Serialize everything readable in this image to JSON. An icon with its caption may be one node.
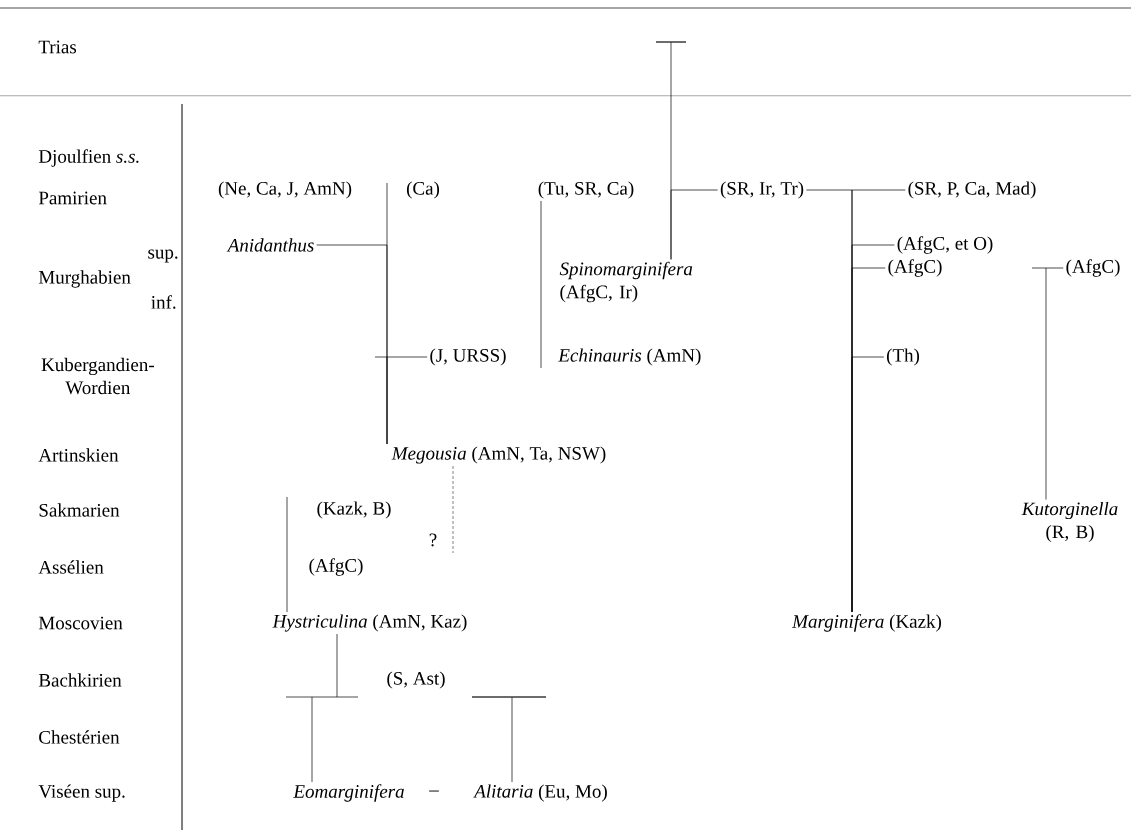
{
  "diagram": {
    "nodes": [
      {
        "text": [],
        "shape": "bar"
      },
      {
        "text": [
          "*Anidanthus*"
        ]
      },
      {
        "text": [
          "(Tu, SR, Ca)"
        ]
      },
      {
        "text": [
          "(SR, Ir, Tr)"
        ]
      },
      {
        "text": [
          "(SR, P, Ca, Mad)"
        ]
      },
      {
        "text": [
          "(AfgC, et O)"
        ]
      },
      {
        "text": [
          "*Spinomarginifera* (AfgC, Ir)"
        ]
      },
      {
        "text": [
          "(AfgC)"
        ]
      },
      {
        "text": [
          "(AfgC)"
        ]
      },
      {
        "text": [
          "(J, URSS)"
        ]
      },
      {
        "text": [
          "*Echinauris* (AmN)"
        ]
      },
      {
        "text": [
          "(Th)"
        ]
      },
      {
        "text": [
          "*Megousia* (AmN, Ta, NSW)"
        ]
      },
      {
        "text": [
          "*Kutorginella* (R, B)"
        ]
      },
      {
        "text": [
          "*Hystriculina* (AmN, Kaz)"
        ]
      },
      {
        "text": [
          "*Marginifera* (Kazk)"
        ]
      },
      {
        "text": [],
        "shape": "bar"
      },
      {
        "text": [
          "*Eomarginifera*"
        ]
      },
      {
        "text": [
          "*Alitaria* (Eu, Mo)"
        ]
      }
    ],
    "edges": [
      {
        "from": 6,
        "to": 0,
        "arrow": "none"
      },
      {
        "from": 3,
        "to": 6,
        "arrow": "none"
      },
      {
        "from": 3,
        "to": 15,
        "arrow": "none"
      },
      {
        "from": 4,
        "to": 15,
        "arrow": "none"
      },
      {
        "from": 5,
        "to": 15,
        "arrow": "none"
      },
      {
        "from": 7,
        "to": 15,
        "arrow": "none"
      },
      {
        "from": 11,
        "to": 15,
        "arrow": "none"
      },
      {
        "from": 8,
        "to": 13,
        "arrow": "none"
      },
      {
        "from": 1,
        "to": 12,
        "arrow": "none"
      },
      {
        "from": 9,
        "to": 12,
        "arrow": "none"
      },
      {
        "from": 12,
        "to": null,
        "arrow": "none"
      },
      {
        "from": 10,
        "to": 2,
        "arrow": "none"
      },
      {
        "from": 12,
        "to": null,
        "arrow": "none",
        "style": "dashed"
      },
      {
        "from": 14,
        "to": null,
        "arrow": "none"
      },
      {
        "from": 14,
        "to": 17,
        "arrow": "none"
      },
      {
        "from": 16,
        "to": 18,
        "arrow": "none"
      }
    ],
    "labels": [
      "Trias",
      "Djoulfien *s.s.*",
      "Pamirien",
      "(Ne, Ca, J, AmN)",
      "(Ca)",
      "sup.",
      "Murghabien",
      "inf.",
      "Kubergandien- Wordien",
      "Artinskien",
      "Sakmarien",
      "(Kazk, B)",
      "?",
      "Assélien",
      "(AfgC)",
      "Moscovien",
      "Bachkirien",
      "(S, Ast)",
      "Chestérien",
      "Viséen sup.",
      "–"
    ]
  }
}
